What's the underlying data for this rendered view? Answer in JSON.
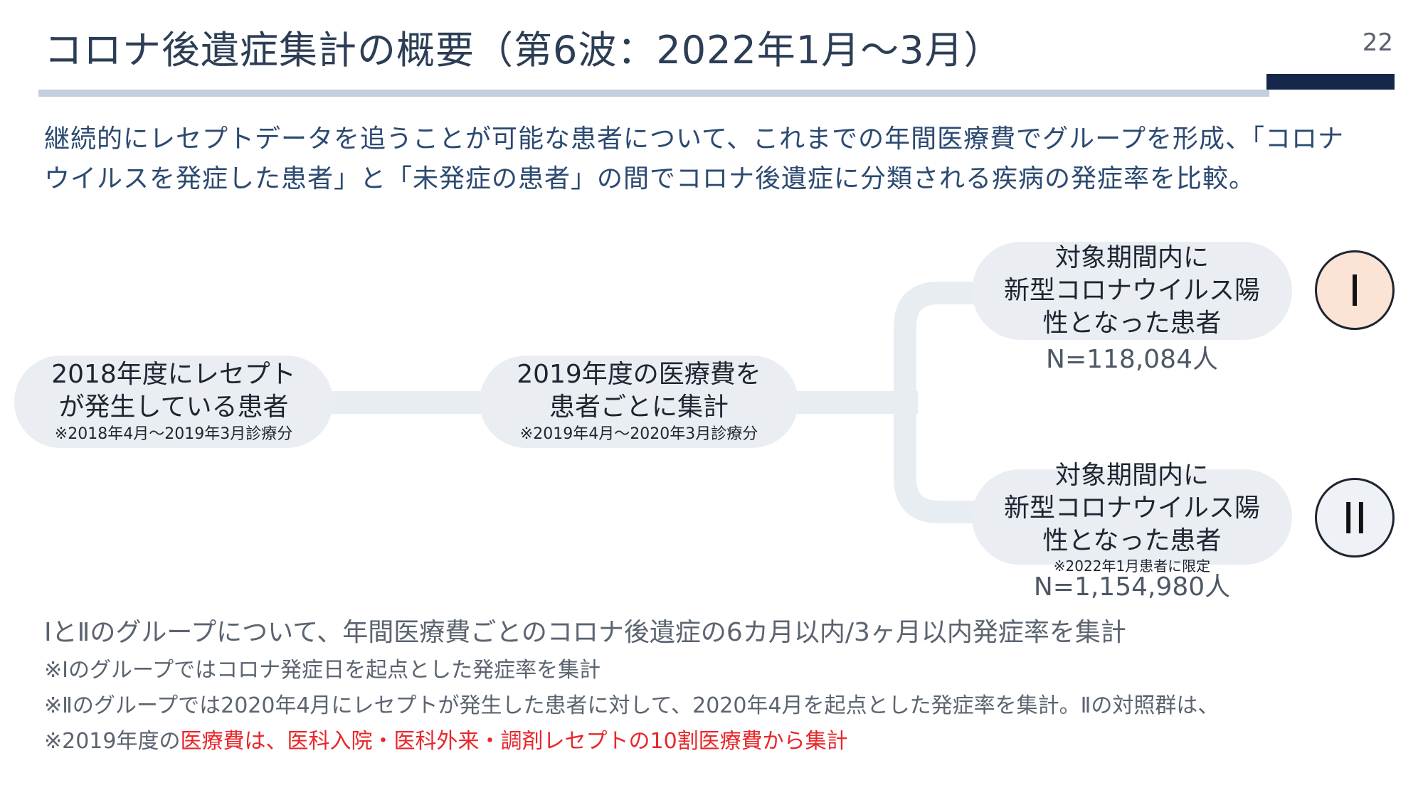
{
  "header": {
    "title": "コロナ後遺症集計の概要（第6波：2022年1月～3月）",
    "page_number": "22"
  },
  "intro": {
    "line1": "継続的にレセプトデータを追うことが可能な患者について、これまでの年間医療費でグループを形成、「コロナ",
    "line2": "ウイルスを発症した患者」と「未発症の患者」の間でコロナ後遺症に分類される疾病の発症率を比較。"
  },
  "flow": {
    "node1": {
      "line1": "2018年度にレセプト",
      "line2": "が発生している患者",
      "note": "※2018年4月～2019年3月診療分"
    },
    "node2": {
      "line1": "2019年度の医療費を",
      "line2": "患者ごとに集計",
      "note": "※2019年4月～2020年3月診療分"
    },
    "group1": {
      "line1": "対象期間内に",
      "line2": "新型コロナウイルス陽",
      "line3": "性となった患者",
      "count": "N=118,084人",
      "badge": "I"
    },
    "group2": {
      "line1": "対象期間内に",
      "line2": "新型コロナウイルス陽",
      "line3": "性となった患者",
      "note": "※2022年1月患者に限定",
      "count": "N=1,154,980人",
      "badge": "II"
    }
  },
  "footer": {
    "lead": "ⅠとⅡのグループについて、年間医療費ごとのコロナ後遺症の6カ月以内/3ヶ月以内発症率を集計",
    "note1": "※Ⅰのグループではコロナ発症日を起点とした発症率を集計",
    "note2": "※Ⅱのグループでは2020年4月にレセプトが発生した患者に対して、2020年4月を起点とした発症率を集計。Ⅱの対照群は、",
    "note3_prefix": "※2019年度の",
    "note3_highlight": "医療費は、医科入院・医科外来・調剤レセプトの10割医療費から集計"
  },
  "colors": {
    "title": "#2c3e55",
    "intro": "#2c4a72",
    "pill": "#eaeef3",
    "accent_bar": "#15274a",
    "highlight": "#e8262a",
    "badge1": "#fbe3d6"
  }
}
